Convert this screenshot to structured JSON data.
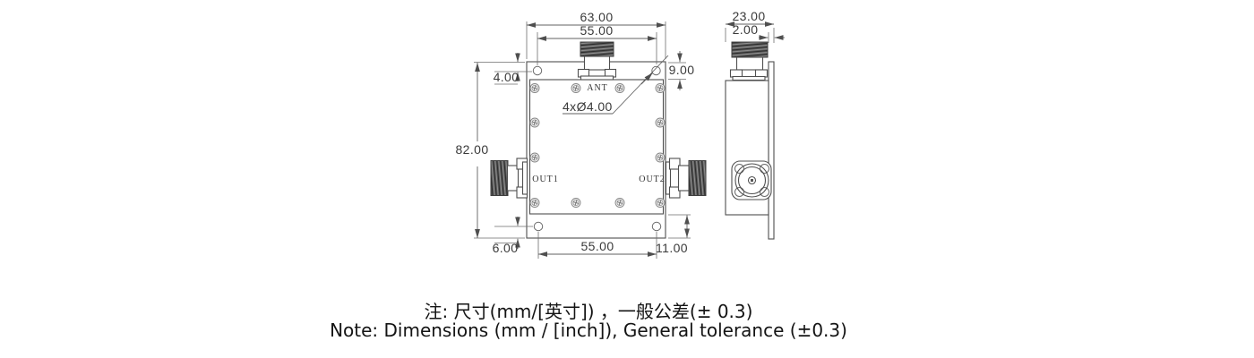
{
  "front_view": {
    "port_labels": {
      "top": "ANT",
      "left": "OUT1",
      "right": "OUT2"
    },
    "dimensions": {
      "overall_width": "63.00",
      "top_hole_spacing": "55.00",
      "top_hole_offset": "4.00",
      "top_flange_height": "9.00",
      "overall_height": "82.00",
      "hole_callout": "4xØ4.00",
      "bottom_hole_offset": "6.00",
      "bottom_hole_spacing": "55.00",
      "bottom_flange_height": "11.00"
    }
  },
  "side_view": {
    "dimensions": {
      "overall_depth": "23.00",
      "plate_thickness": "2.00"
    }
  },
  "notes": {
    "zh": "注: 尺寸(mm/[英寸]) ，一般公差(± 0.3)",
    "en": "Note: Dimensions (mm / [inch]), General tolerance (±0.3)"
  },
  "colors": {
    "background": "#ffffff",
    "part_line": "#4f4f4f",
    "dimension_line": "#606060",
    "dimension_text": "#3a3a3a",
    "note_text": "#141414",
    "knurl_fill": "#5a5a5a"
  }
}
